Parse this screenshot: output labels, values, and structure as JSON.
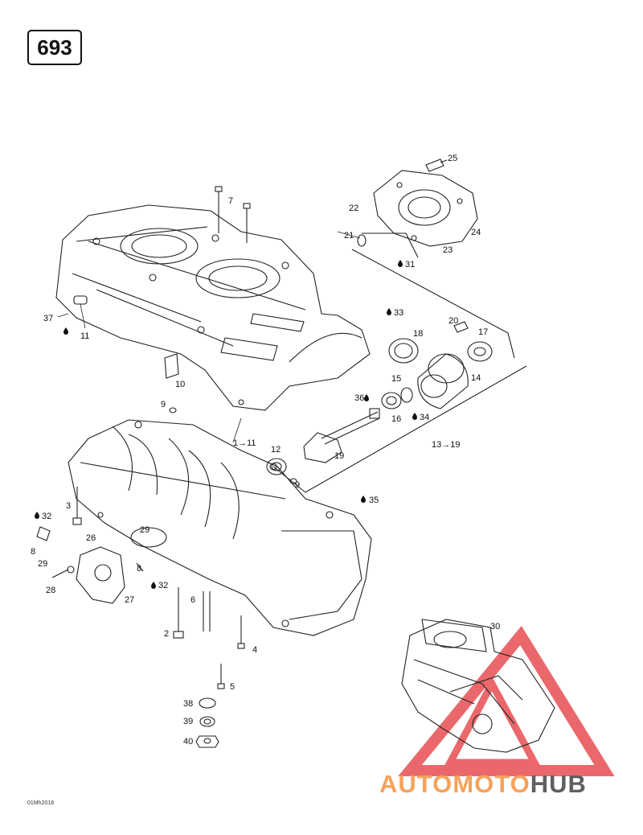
{
  "diagram": {
    "model_number": "693",
    "footer_code": "01Mh2018",
    "watermark": {
      "part1": "AUTOMOTO",
      "part2": "HUB",
      "color_main": "#f5a25c",
      "color_accent": "#5f5f5f",
      "triangle_color": "#e8585c"
    },
    "labels": {
      "l1": "1→11",
      "l2": "2",
      "l3": "3",
      "l4": "4",
      "l5": "5",
      "l6": "6",
      "l7": "7",
      "l8a": "8",
      "l8b": "8",
      "l9a": "9",
      "l9b": "9",
      "l10": "10",
      "l11": "11",
      "l12": "12",
      "l13": "13→19",
      "l14": "14",
      "l15": "15",
      "l16": "16",
      "l17": "17",
      "l18": "18",
      "l19": "19",
      "l20": "20",
      "l21": "21",
      "l22": "22",
      "l23": "23",
      "l24": "24",
      "l25": "25",
      "l26": "26",
      "l27": "27",
      "l28": "28",
      "l29a": "29",
      "l29b": "29",
      "l30": "30",
      "l31": "31",
      "l32a": "32",
      "l32b": "32",
      "l33": "33",
      "l34": "34",
      "l35": "35",
      "l36": "36",
      "l37": "37",
      "l38": "38",
      "l39": "39",
      "l40": "40"
    }
  }
}
